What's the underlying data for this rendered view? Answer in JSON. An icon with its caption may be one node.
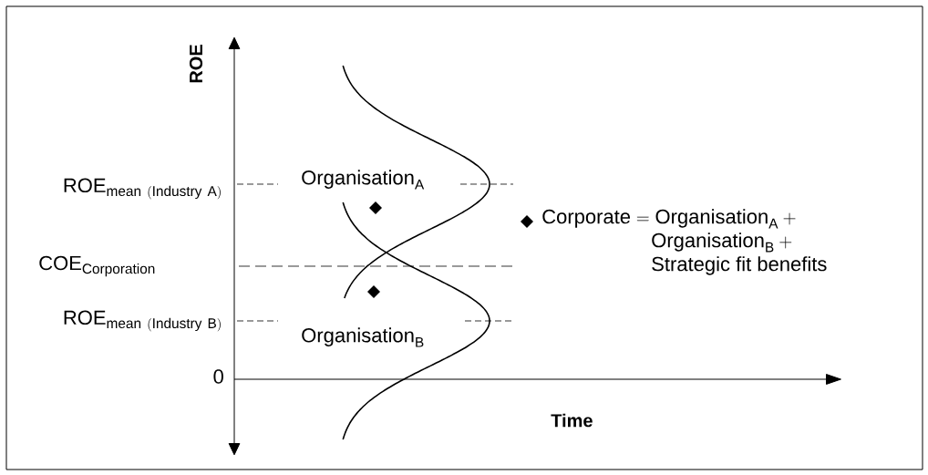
{
  "diagram": {
    "labels": [
      "ROE",
      "\\mathrm{ROE}_{\\mathrm{mean\\ (Industry\\ A)}}",
      "\\mathrm{Organisation}_{\\mathrm{A}}",
      "\\mathrm{COE}_{\\mathrm{Corporation}}",
      "\\mathrm{ROE}_{\\mathrm{mean\\ (Industry\\ B)}}",
      "\\mathrm{Organisation}_{\\mathrm{B}}",
      "0",
      "Time"
    ],
    "legend": [
      {
        "text": "\\mathrm{Corporate} = \\mathrm{Organisation}_{\\mathrm{A}} + \\mathrm{Organisation}_{\\mathrm{B}} + \\mathrm{Strategic\\ fit\\ benefits}"
      }
    ]
  }
}
